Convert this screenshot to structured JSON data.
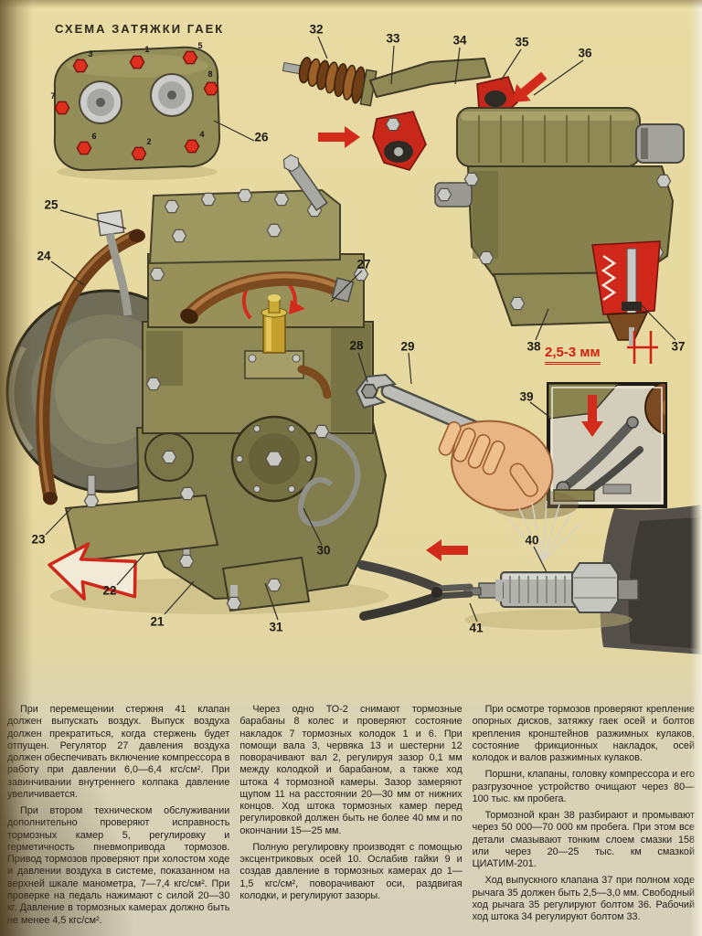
{
  "page": {
    "title": "СХЕМА ЗАТЯЖКИ ГАЕК",
    "dimension_label": "2,5-3 мм"
  },
  "head_diagram": {
    "nut_numbers": [
      "3",
      "1",
      "5",
      "8",
      "7",
      "6",
      "2",
      "4"
    ]
  },
  "callouts": {
    "n21": "21",
    "n22": "22",
    "n23": "23",
    "n24": "24",
    "n25": "25",
    "n26": "26",
    "n27": "27",
    "n28": "28",
    "n29": "29",
    "n30": "30",
    "n31": "31",
    "n32": "32",
    "n33": "33",
    "n34": "34",
    "n35": "35",
    "n36": "36",
    "n37": "37",
    "n38": "38",
    "n39": "39",
    "n40": "40",
    "n41": "41"
  },
  "article": {
    "col1": {
      "p1": "При перемещении стержня 41 клапан должен выпускать воздух. Выпуск воздуха должен прекратиться, когда стержень будет отпущен. Регулятор 27 давления воздуха должен обеспечивать включение компрессора в работу при давлении 6,0—6,4 кгс/см². При завинчивании внутреннего колпака давление увеличивается.",
      "p2": "При втором техническом обслуживании дополнительно проверяют исправность тормозных камер 5, регулировку и герметичность пневмопривода тормозов. Привод тормозов проверяют при холостом ходе и давлении воздуха в системе, показанном на верхней шкале манометра, 7—7,4 кгс/см². При проверке на педаль нажимают с силой 20—30 кг. Давление в тормозных камерах должно быть не менее 4,5 кгс/см²."
    },
    "col2": {
      "p1": "Через одно ТО-2 снимают тормозные барабаны 8 колес и проверяют состояние накладок 7 тормозных колодок 1 и 6. При помощи вала 3, червяка 13 и шестерни 12 поворачивают вал 2, регулируя зазор 0,1 мм между колодкой и барабаном, а также ход штока 4 тормозной камеры. Зазор замеряют щупом 11 на расстоянии 20—30 мм от нижних концов. Ход штока тормозных камер перед регулировкой должен быть не более 40 мм и по окончании 15—25 мм.",
      "p2": "Полную регулировку производят с помощью эксцентриковых осей 10. Ослабив гайки 9 и создав давление в тормозных камерах до 1—1,5 кгс/см², поворачивают оси, раздвигая колодки, и регулируют зазоры."
    },
    "col3": {
      "p1": "При осмотре тормозов проверяют крепление опорных дисков, затяжку гаек осей и болтов крепления кронштейнов разжимных кулаков, состояние фрикционных накладок, осей колодок и валов разжимных кулаков.",
      "p2": "Поршни, клапаны, головку компрессора и его разгрузочное устройство очищают через 80—100 тыс. км пробега.",
      "p3": "Тормозной кран 38 разбирают и промывают через 50 000—70 000 км пробега. При этом все детали смазывают тонким слоем смазки 158 или через 20—25 тыс. км смазкой ЦИАТИМ-201.",
      "p4": "Ход выпускного клапана 37 при полном ходе рычага 35 должен быть 2,5—3,0 мм. Свободный ход рычага 35 регулируют болтом 36. Рабочий ход штока 34 регулируют болтом 33."
    }
  },
  "colors": {
    "paper_top": "#e7daa2",
    "paper_bottom": "#d6d0bb",
    "accent_red": "#d32b1b",
    "olive": "#8e8955"
  }
}
